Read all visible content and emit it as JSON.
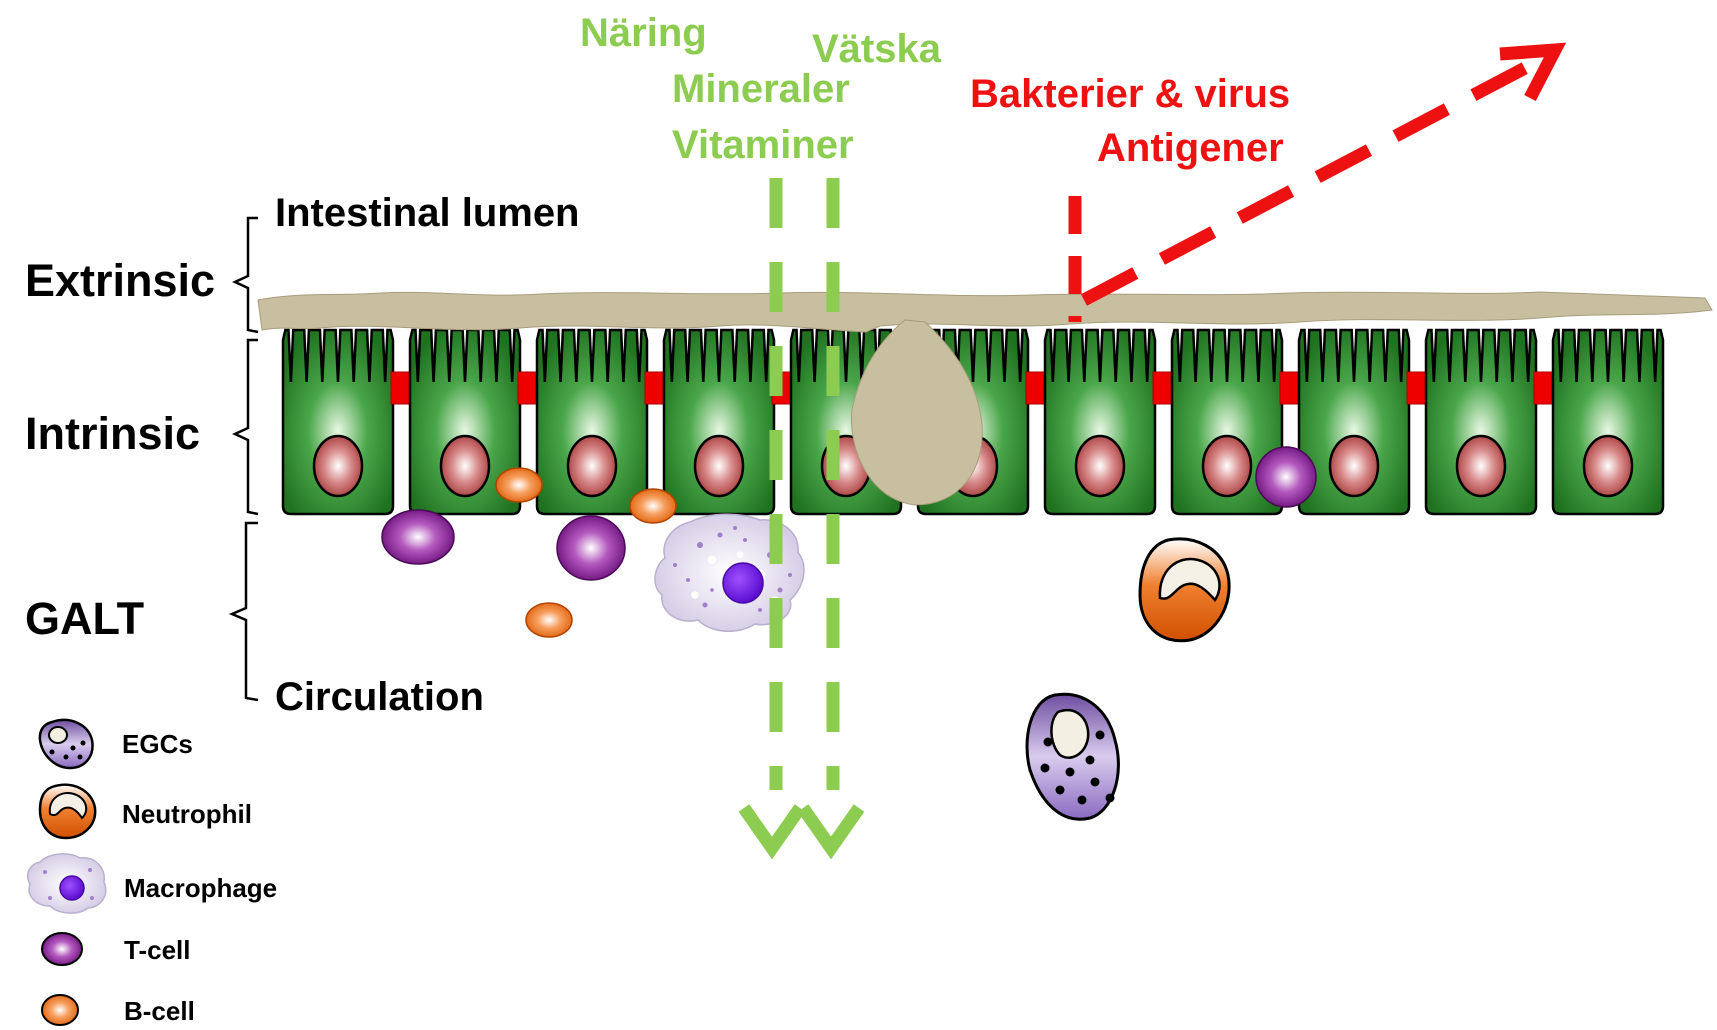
{
  "labels": {
    "naring": "Näring",
    "vatska": "Vätska",
    "mineraler": "Mineraler",
    "vitaminer": "Vitaminer",
    "bakterier": "Bakterier & virus",
    "antigener": "Antigener",
    "intestinal_lumen": "Intestinal lumen",
    "circulation": "Circulation",
    "extrinsic": "Extrinsic",
    "intrinsic": "Intrinsic",
    "galt": "GALT"
  },
  "legend": [
    {
      "label": "EGCs",
      "icon": "egc-icon"
    },
    {
      "label": "Neutrophil",
      "icon": "neutrophil-icon"
    },
    {
      "label": "Macrophage",
      "icon": "macrophage-icon"
    },
    {
      "label": "T-cell",
      "icon": "t-cell-icon"
    },
    {
      "label": "B-cell",
      "icon": "b-cell-icon"
    }
  ],
  "colors": {
    "nutrient_arrows": "#8ccc50",
    "pathogen_arrow": "#ee1111",
    "epithelium": "#2f8a2f",
    "mucus": "#c8bfa0",
    "tight_junction": "#ee0000",
    "t_cell": "#8a1e9a",
    "b_cell": "#f07818",
    "macrophage": "#d8d0e8",
    "neutrophil": "#e06010",
    "egc": "#9a7ac8"
  }
}
